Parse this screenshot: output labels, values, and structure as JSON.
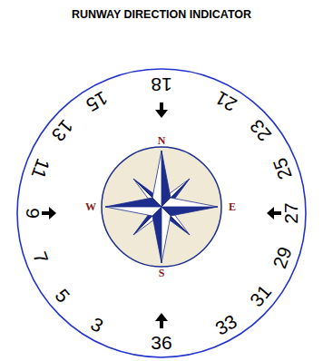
{
  "diagram": {
    "title": "RUNWAY DIRECTION INDICATOR",
    "labels": [
      "18",
      "21",
      "23",
      "25",
      "27",
      "29",
      "31",
      "33",
      "36",
      "3",
      "5",
      "7",
      "9",
      "11",
      "13",
      "15",
      "N",
      "E",
      "S",
      "W"
    ]
  }
}
